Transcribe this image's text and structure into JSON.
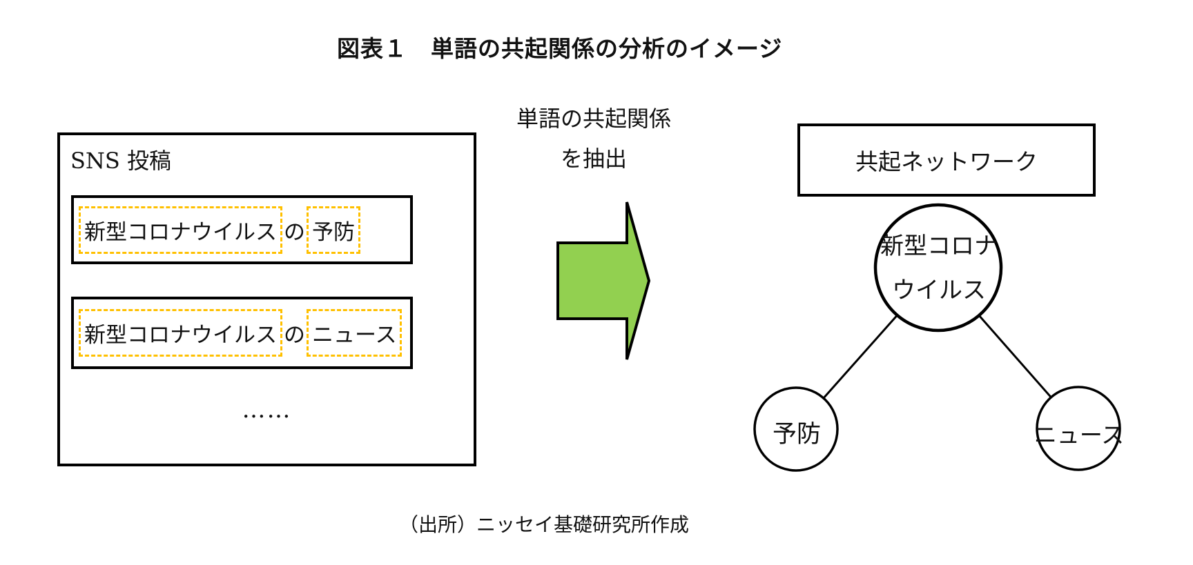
{
  "figure": {
    "title": "図表１　単語の共起関係の分析のイメージ",
    "source_note": "（出所）ニッセイ基礎研究所作成"
  },
  "sns_panel": {
    "label": "SNS 投稿",
    "posts": [
      {
        "term1": "新型コロナウイルス",
        "particle": "の",
        "term2": "予防"
      },
      {
        "term1": "新型コロナウイルス",
        "particle": "の",
        "term2": "ニュース"
      }
    ],
    "ellipsis": "……"
  },
  "process_arrow": {
    "label_line1": "単語の共起関係",
    "label_line2": "を抽出",
    "direction": "right"
  },
  "network": {
    "title": "共起ネットワーク",
    "center_node": {
      "line1": "新型コロナ",
      "line2": "ウイルス"
    },
    "child_nodes": [
      "予防",
      "ニュース"
    ],
    "edges": [
      [
        "新型コロナウイルス",
        "予防"
      ],
      [
        "新型コロナウイルス",
        "ニュース"
      ]
    ]
  },
  "colors": {
    "highlight_dash": "#FFC000",
    "arrow_fill": "#92D050",
    "outline": "#000000",
    "background": "#FFFFFF"
  }
}
